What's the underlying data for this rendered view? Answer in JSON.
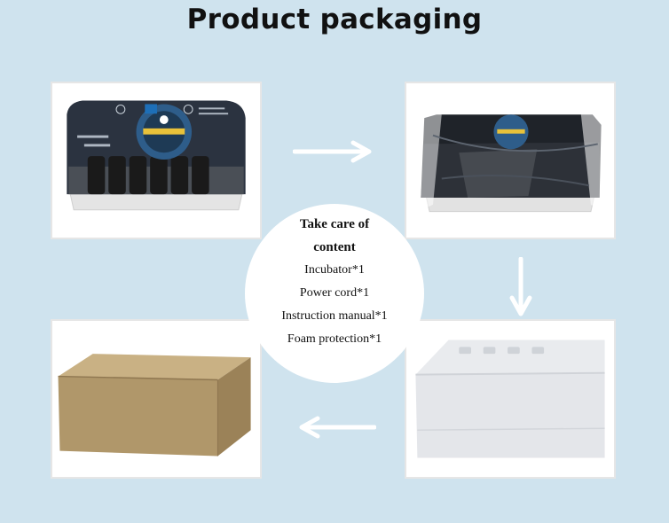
{
  "header": {
    "title": "Product packaging"
  },
  "center_card": {
    "heading_line1": "Take care of",
    "heading_line2": "content",
    "items": [
      "Incubator*1",
      "Power cord*1",
      "Instruction manual*1",
      "Foam protection*1"
    ]
  },
  "colors": {
    "background": "#cfe3ee",
    "panel": "#ffffff",
    "arrow": "#ffffff",
    "cardboard": "#b39a6c"
  },
  "icons": [
    "arrow-right-icon",
    "arrow-down-icon",
    "arrow-left-icon"
  ]
}
